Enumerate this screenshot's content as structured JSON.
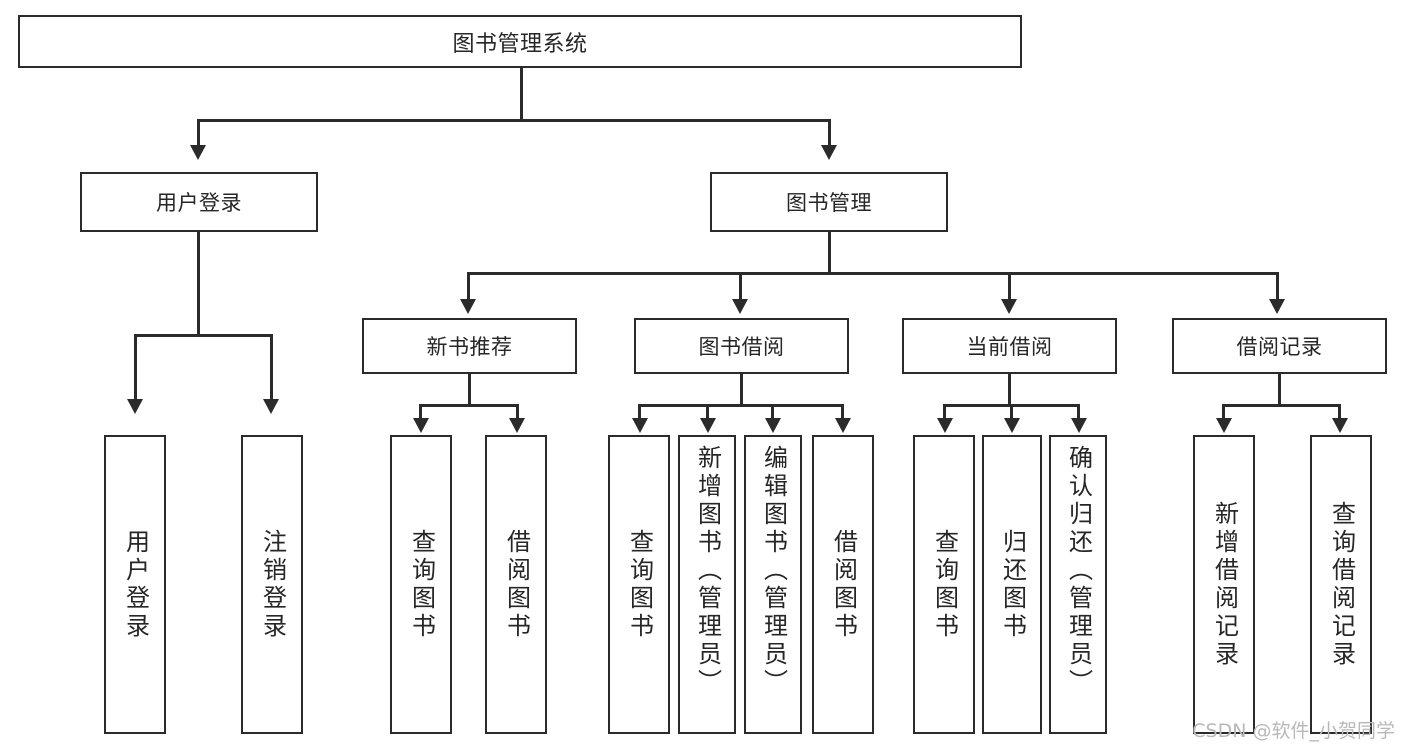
{
  "diagram": {
    "title": "图书管理系统",
    "watermark": "CSDN @软件_小贺同学"
  },
  "nodes": {
    "root": {
      "label": "图书管理系统"
    },
    "level2": [
      {
        "label": "用户登录"
      },
      {
        "label": "图书管理"
      }
    ],
    "level3": [
      {
        "label": "新书推荐"
      },
      {
        "label": "图书借阅"
      },
      {
        "label": "当前借阅"
      },
      {
        "label": "借阅记录"
      }
    ],
    "leaves": {
      "user_login": [
        {
          "label": "用户登录"
        },
        {
          "label": "注销登录"
        }
      ],
      "new_book": [
        {
          "label": "查询图书"
        },
        {
          "label": "借阅图书"
        }
      ],
      "book_borrow": [
        {
          "label": "查询图书"
        },
        {
          "label": "新增图书（管理员）"
        },
        {
          "label": "编辑图书（管理员）"
        },
        {
          "label": "借阅图书"
        }
      ],
      "current_borrow": [
        {
          "label": "查询图书"
        },
        {
          "label": "归还图书"
        },
        {
          "label": "确认归还（管理员）"
        }
      ],
      "borrow_record": [
        {
          "label": "新增借阅记录"
        },
        {
          "label": "查询借阅记录"
        }
      ]
    }
  },
  "colors": {
    "stroke": "#2b2b2b",
    "fill": "#ffffff",
    "text": "#262626",
    "watermark": "#b9b9b9"
  }
}
